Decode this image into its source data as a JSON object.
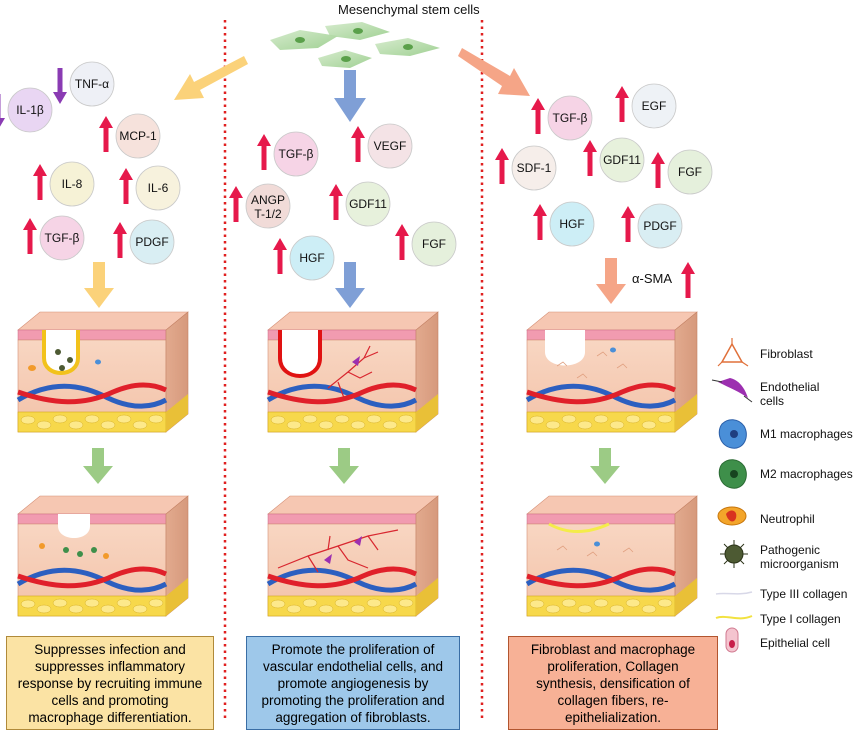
{
  "title": "Mesenchymal stem cells",
  "panels": [
    {
      "factors": [
        {
          "label": "IL-1β",
          "dir": "down",
          "color": "#e9d6f3"
        },
        {
          "label": "TNF-α",
          "dir": "down",
          "color": "#eef0f6"
        },
        {
          "label": "MCP-1",
          "dir": "up",
          "color": "#f6e2dc"
        },
        {
          "label": "IL-8",
          "dir": "up",
          "color": "#f6f2d6"
        },
        {
          "label": "IL-6",
          "dir": "up",
          "color": "#f7f2dd"
        },
        {
          "label": "TGF-β",
          "dir": "up",
          "color": "#f6d4e6"
        },
        {
          "label": "PDGF",
          "dir": "up",
          "color": "#d9eef3"
        }
      ],
      "description": "Suppresses infection and suppresses inflammatory response by recruiting immune cells and promoting macrophage differentiation.",
      "box_color": "#fbe3a4"
    },
    {
      "factors": [
        {
          "label": "TGF-β",
          "dir": "up",
          "color": "#f6d4e6"
        },
        {
          "label": "VEGF",
          "dir": "up",
          "color": "#f4e3e6"
        },
        {
          "label": "ANGP T-1/2",
          "dir": "up",
          "color": "#f1dbd8"
        },
        {
          "label": "GDF11",
          "dir": "up",
          "color": "#e7f1dc"
        },
        {
          "label": "HGF",
          "dir": "up",
          "color": "#cdeef6"
        },
        {
          "label": "FGF",
          "dir": "up",
          "color": "#e5f0dc"
        }
      ],
      "description": "Promote the proliferation of vascular endothelial cells, and promote angiogenesis by promoting the proliferation and aggregation of fibroblasts.",
      "box_color": "#9ec8ea"
    },
    {
      "factors": [
        {
          "label": "TGF-β",
          "dir": "up",
          "color": "#f6d4e6"
        },
        {
          "label": "EGF",
          "dir": "up",
          "color": "#eef2f6"
        },
        {
          "label": "SDF-1",
          "dir": "up",
          "color": "#f6eeea"
        },
        {
          "label": "GDF11",
          "dir": "up",
          "color": "#e7f1dc"
        },
        {
          "label": "FGF",
          "dir": "up",
          "color": "#e5f0dc"
        },
        {
          "label": "HGF",
          "dir": "up",
          "color": "#cdeef6"
        },
        {
          "label": "PDGF",
          "dir": "up",
          "color": "#d9eef3"
        }
      ],
      "marker": {
        "label": "α-SMA",
        "dir": "up"
      },
      "description": "Fibroblast and macrophage proliferation, Collagen synthesis, densification of collagen fibers, re-epithelialization.",
      "box_color": "#f7b196"
    }
  ],
  "legend": [
    {
      "label": "Fibroblast",
      "icon": "fibroblast-icon"
    },
    {
      "label": "Endothelial cells",
      "icon": "endothelial-cell-icon"
    },
    {
      "label": "M1 macrophages",
      "icon": "m1-macrophage-icon"
    },
    {
      "label": "M2 macrophages",
      "icon": "m2-macrophage-icon"
    },
    {
      "label": "Neutrophil",
      "icon": "neutrophil-icon"
    },
    {
      "label": "Pathogenic microorganism",
      "icon": "pathogen-icon"
    },
    {
      "label": "Type III collagen",
      "icon": "type-iii-collagen-icon"
    },
    {
      "label": "Type I collagen",
      "icon": "type-i-collagen-icon"
    },
    {
      "label": "Epithelial cell",
      "icon": "epithelial-cell-icon"
    }
  ],
  "colors": {
    "up_arrow": "#e6194b",
    "down_arrow": "#8a3bb3",
    "divider": "#e02020",
    "arrow_left": "#fbd27a",
    "arrow_mid": "#7f9fd6",
    "arrow_right": "#f5a587",
    "arrow_green": "#9ccb85"
  }
}
